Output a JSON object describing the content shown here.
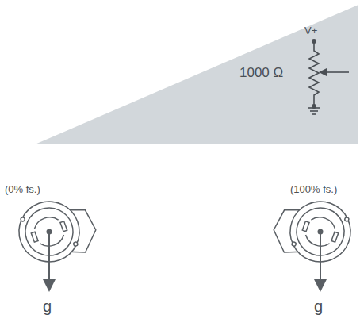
{
  "diagram": {
    "labels": [
      "V+",
      "1000 Ω",
      "(0% fs.)",
      "(100% fs.)",
      "g",
      "g"
    ]
  }
}
